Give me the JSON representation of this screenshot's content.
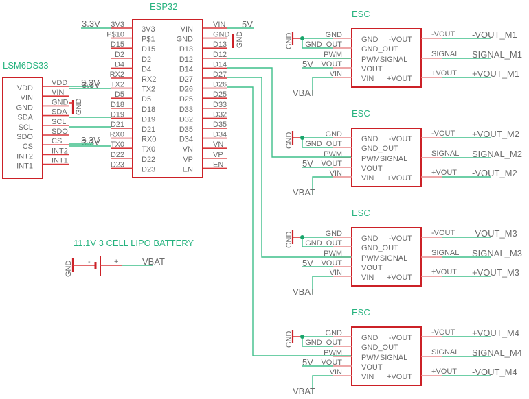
{
  "esp32": {
    "name": "ESP32",
    "left_pins": [
      "3V3",
      "P$10",
      "D15",
      "D2",
      "D4",
      "RX2",
      "TX2",
      "D5",
      "D18",
      "D19",
      "D21",
      "RX0",
      "TX0",
      "D22",
      "D23"
    ],
    "left_inner": [
      "3V3",
      "P$1",
      "D15",
      "D2",
      "D4",
      "RX2",
      "TX2",
      "D5",
      "D18",
      "D19",
      "D21",
      "RX0",
      "TX0",
      "D22",
      "D23"
    ],
    "right_pins": [
      "VIN",
      "GND",
      "D13",
      "D12",
      "D14",
      "D27",
      "D26",
      "D25",
      "D33",
      "D32",
      "D35",
      "D34",
      "VN",
      "VP",
      "EN"
    ],
    "right_inner": [
      "VIN",
      "GND",
      "D13",
      "D12",
      "D14",
      "D27",
      "D26",
      "D25",
      "D33",
      "D32",
      "D35",
      "D34",
      "VN",
      "VP",
      "EN"
    ],
    "net_3v3": "3.3V",
    "net_5v": "5V",
    "net_gnd": "GND"
  },
  "imu": {
    "name": "LSM6DS33",
    "pins": [
      "VDD",
      "VIN",
      "GND",
      "SDA",
      "SCL",
      "SDO",
      "CS",
      "INT2",
      "INT1"
    ],
    "inner": [
      "VDD",
      "VIN",
      "GND",
      "SDA",
      "SCL",
      "SDO",
      "CS",
      "INT2",
      "INT1"
    ],
    "net_vdd": "3.3V",
    "net_cs": "3.3V",
    "net_gnd": "GND"
  },
  "battery": {
    "name": "11.1V 3 CELL LIPO BATTERY",
    "minus": "-",
    "plus": "+",
    "net_gnd": "GND",
    "net_out": "VBAT"
  },
  "esc_common": {
    "name": "ESC",
    "left_pins": [
      "GND",
      "GND_OUT",
      "PWM",
      "VOUT",
      "VIN"
    ],
    "inner_left": [
      "GND",
      "GND_OUT",
      "PWMSIGNAL",
      "VOUT",
      "VIN"
    ],
    "inner_right_top": "-VOUT",
    "inner_right_bottom": "+VOUT",
    "right_pins": [
      "-VOUT",
      "SIGNAL",
      "+VOUT"
    ],
    "net_5v": "5V",
    "net_gnd": "GND",
    "net_vbat": "VBAT"
  },
  "escs": [
    {
      "outputs": [
        "-VOUT_M1",
        "SIGNAL_M1",
        "+VOUT_M1"
      ],
      "pwm_source": "D12"
    },
    {
      "outputs": [
        "+VOUT_M2",
        "SIGNAL_M2",
        "-VOUT_M2"
      ],
      "pwm_source": "D14"
    },
    {
      "outputs": [
        "-VOUT_M3",
        "SIGNAL_M3",
        "+VOUT_M3"
      ],
      "pwm_source": "D27"
    },
    {
      "outputs": [
        "+VOUT_M4",
        "SIGNAL_M4",
        "-VOUT_M4"
      ],
      "pwm_source": "D26"
    }
  ]
}
